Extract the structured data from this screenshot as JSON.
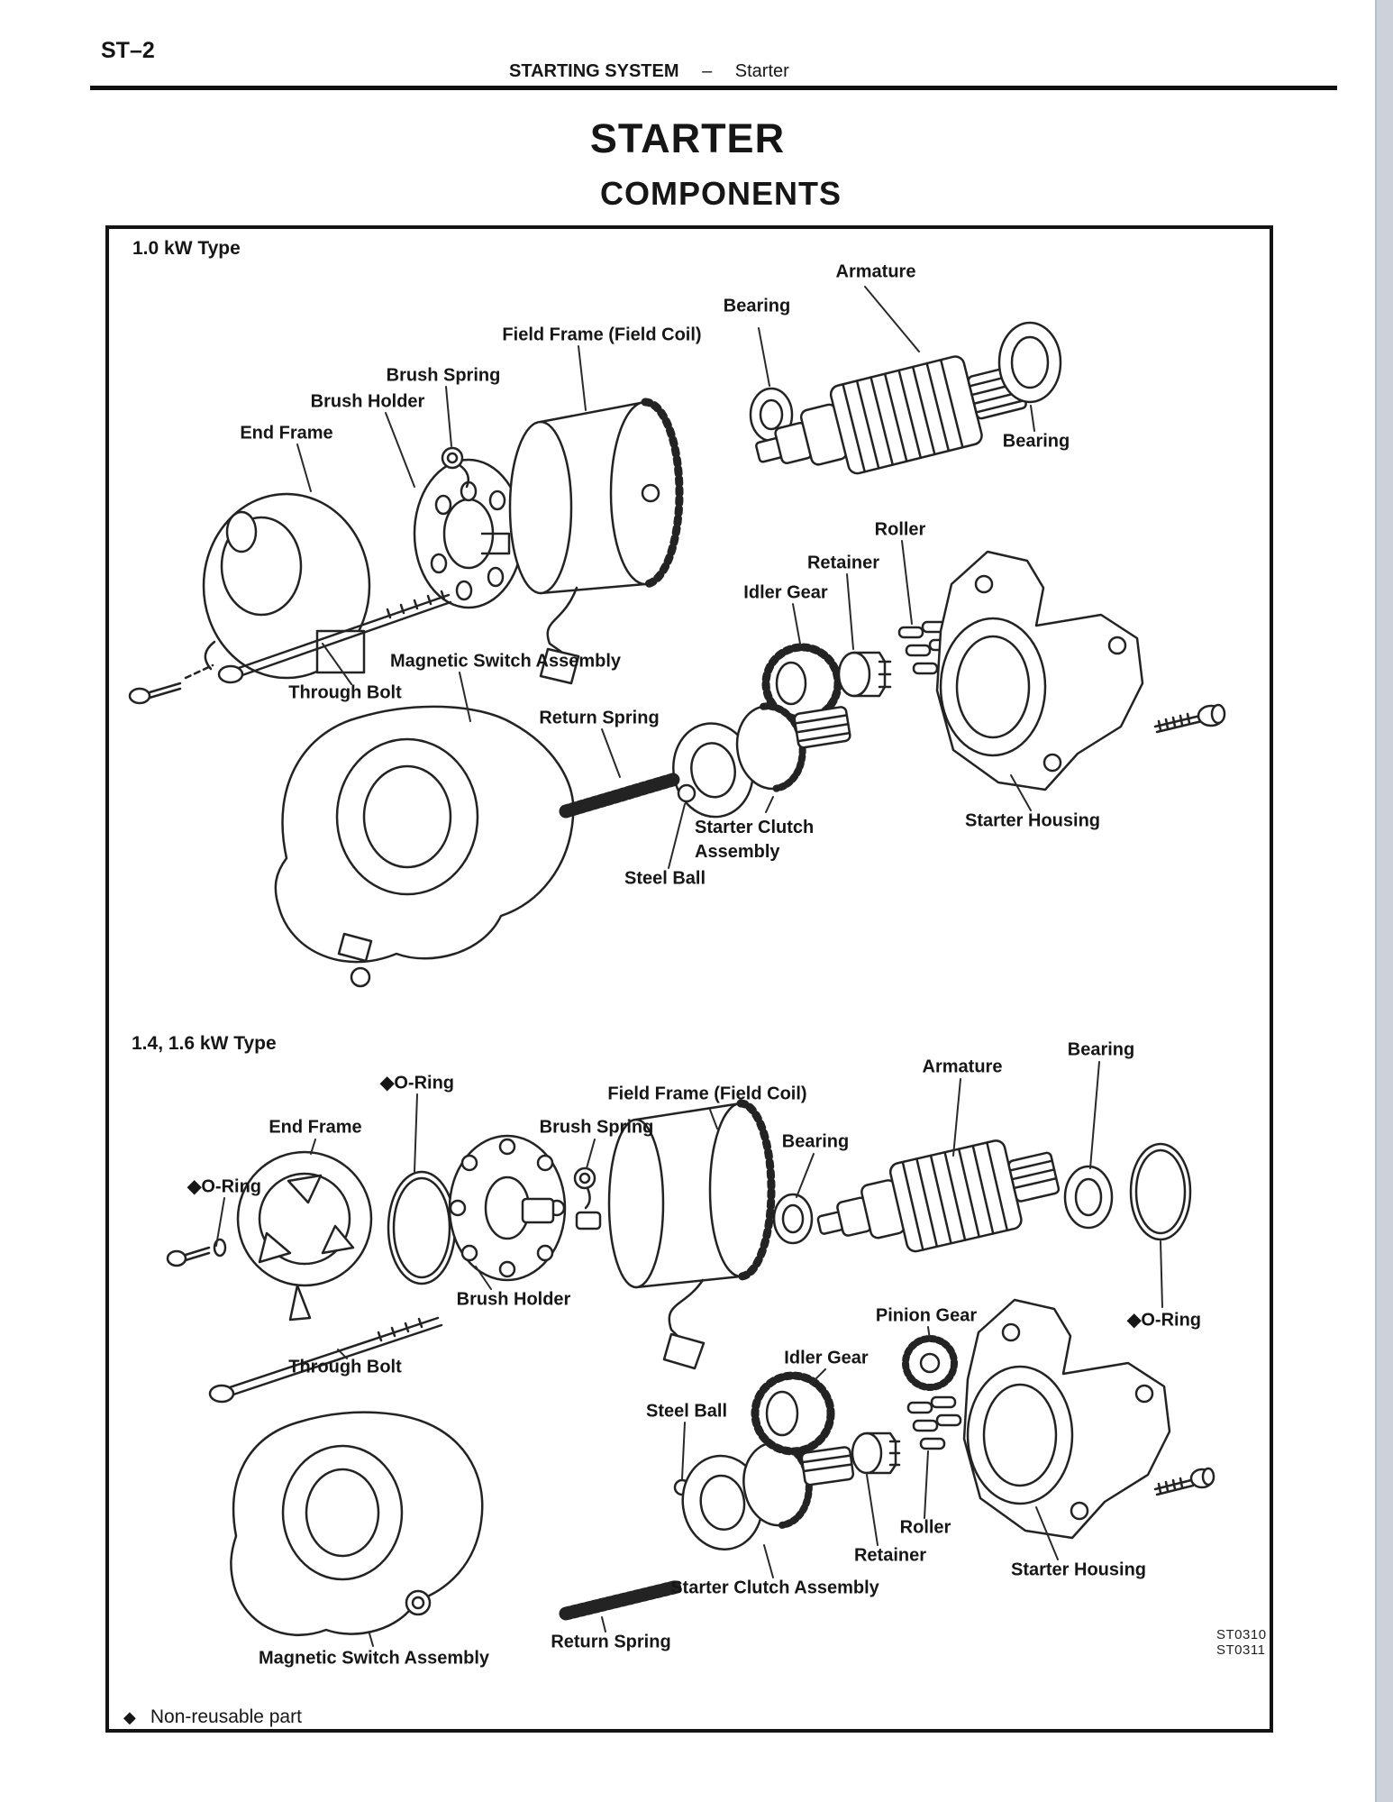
{
  "page": {
    "page_number": "ST–2",
    "header": {
      "section": "STARTING SYSTEM",
      "separator": "–",
      "subsection": "Starter"
    },
    "title": "STARTER",
    "subtitle": "COMPONENTS",
    "figure_codes": [
      "ST0310",
      "ST0311"
    ],
    "legend": {
      "symbol": "◆",
      "text": "Non-reusable part"
    }
  },
  "colors": {
    "ink": "#161616",
    "paper": "#ffffff",
    "scan_edge": "#ccd2d8"
  },
  "diagram": {
    "sections": [
      {
        "type_label": "1.0 kW Type",
        "parts": [
          {
            "label": "Armature"
          },
          {
            "label": "Bearing"
          },
          {
            "label": "Field Frame (Field Coil)"
          },
          {
            "label": "Brush Spring"
          },
          {
            "label": "Brush Holder"
          },
          {
            "label": "End Frame"
          },
          {
            "label": "Bearing"
          },
          {
            "label": "Roller"
          },
          {
            "label": "Retainer"
          },
          {
            "label": "Idler Gear"
          },
          {
            "label": "Magnetic Switch Assembly"
          },
          {
            "label": "Through Bolt"
          },
          {
            "label": "Return Spring"
          },
          {
            "label": "Starter Clutch Assembly"
          },
          {
            "label": "Steel Ball"
          },
          {
            "label": "Starter Housing"
          }
        ]
      },
      {
        "type_label": "1.4, 1.6 kW Type",
        "parts": [
          {
            "label": "◆O-Ring"
          },
          {
            "label": "End Frame"
          },
          {
            "label": "◆O-Ring"
          },
          {
            "label": "Brush Spring"
          },
          {
            "label": "Field Frame (Field Coil)"
          },
          {
            "label": "Bearing"
          },
          {
            "label": "Armature"
          },
          {
            "label": "Bearing"
          },
          {
            "label": "◆O-Ring"
          },
          {
            "label": "Brush Holder"
          },
          {
            "label": "Through Bolt"
          },
          {
            "label": "Pinion Gear"
          },
          {
            "label": "Idler Gear"
          },
          {
            "label": "Steel Ball"
          },
          {
            "label": "Roller"
          },
          {
            "label": "Retainer"
          },
          {
            "label": "Starter Clutch Assembly"
          },
          {
            "label": "Starter Housing"
          },
          {
            "label": "Return Spring"
          },
          {
            "label": "Magnetic Switch Assembly"
          }
        ]
      }
    ]
  }
}
